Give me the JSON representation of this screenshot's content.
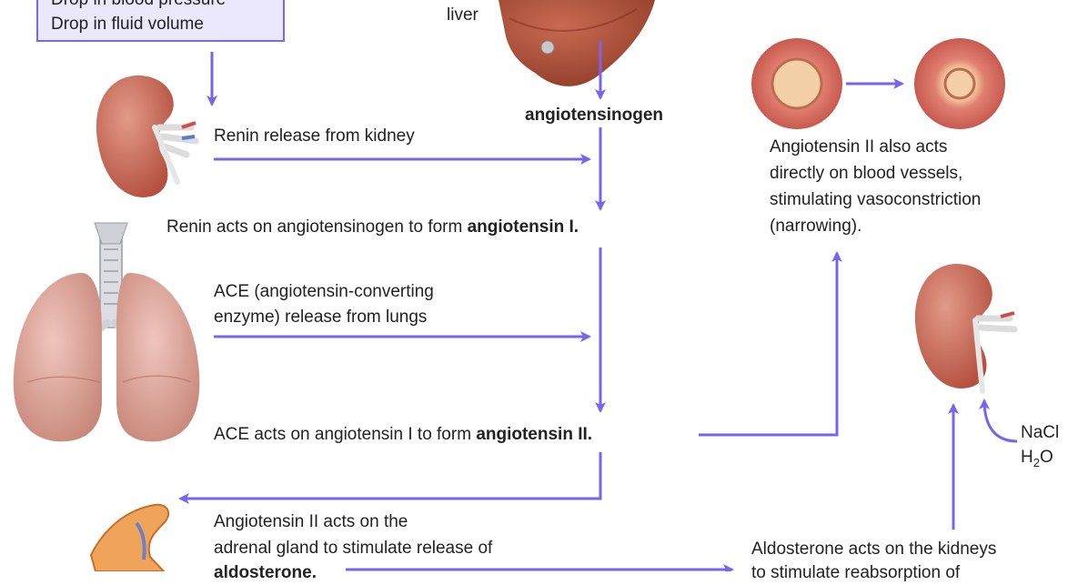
{
  "trigger_box": {
    "line1": "Drop in blood pressure",
    "line2": "Drop in fluid volume"
  },
  "liver_label": "liver",
  "angiotensinogen": "angiotensinogen",
  "renin_release": "Renin release from kidney",
  "renin_acts": {
    "prefix": "Renin acts on angiotensinogen to form ",
    "bold": "angiotensin I."
  },
  "ace_release": {
    "line1": "ACE (angiotensin-converting",
    "line2": "enzyme) release from lungs"
  },
  "ace_acts": {
    "prefix": "ACE acts on angiotensin I to form ",
    "bold": "angiotensin II."
  },
  "vessels_text": {
    "line1": "Angiotensin II also acts",
    "line2": "directly on blood vessels,",
    "line3": "stimulating vasoconstriction",
    "line4": "(narrowing)."
  },
  "adrenal_text": {
    "line1": "Angiotensin II acts on the",
    "line2": "adrenal gland to stimulate release of",
    "line3": "aldosterone."
  },
  "kidney_reabsorb": {
    "line1": "Aldosterone acts on the kidneys",
    "line2": "to stimulate reabsorption of"
  },
  "nacl": "NaCl",
  "water": {
    "h": "H",
    "sub": "2",
    "o": "O"
  },
  "colors": {
    "arrow": "#7b63ec",
    "box_fill": "#ece8fb",
    "kidney": "#c8685a",
    "lung": "#d9a39a"
  }
}
